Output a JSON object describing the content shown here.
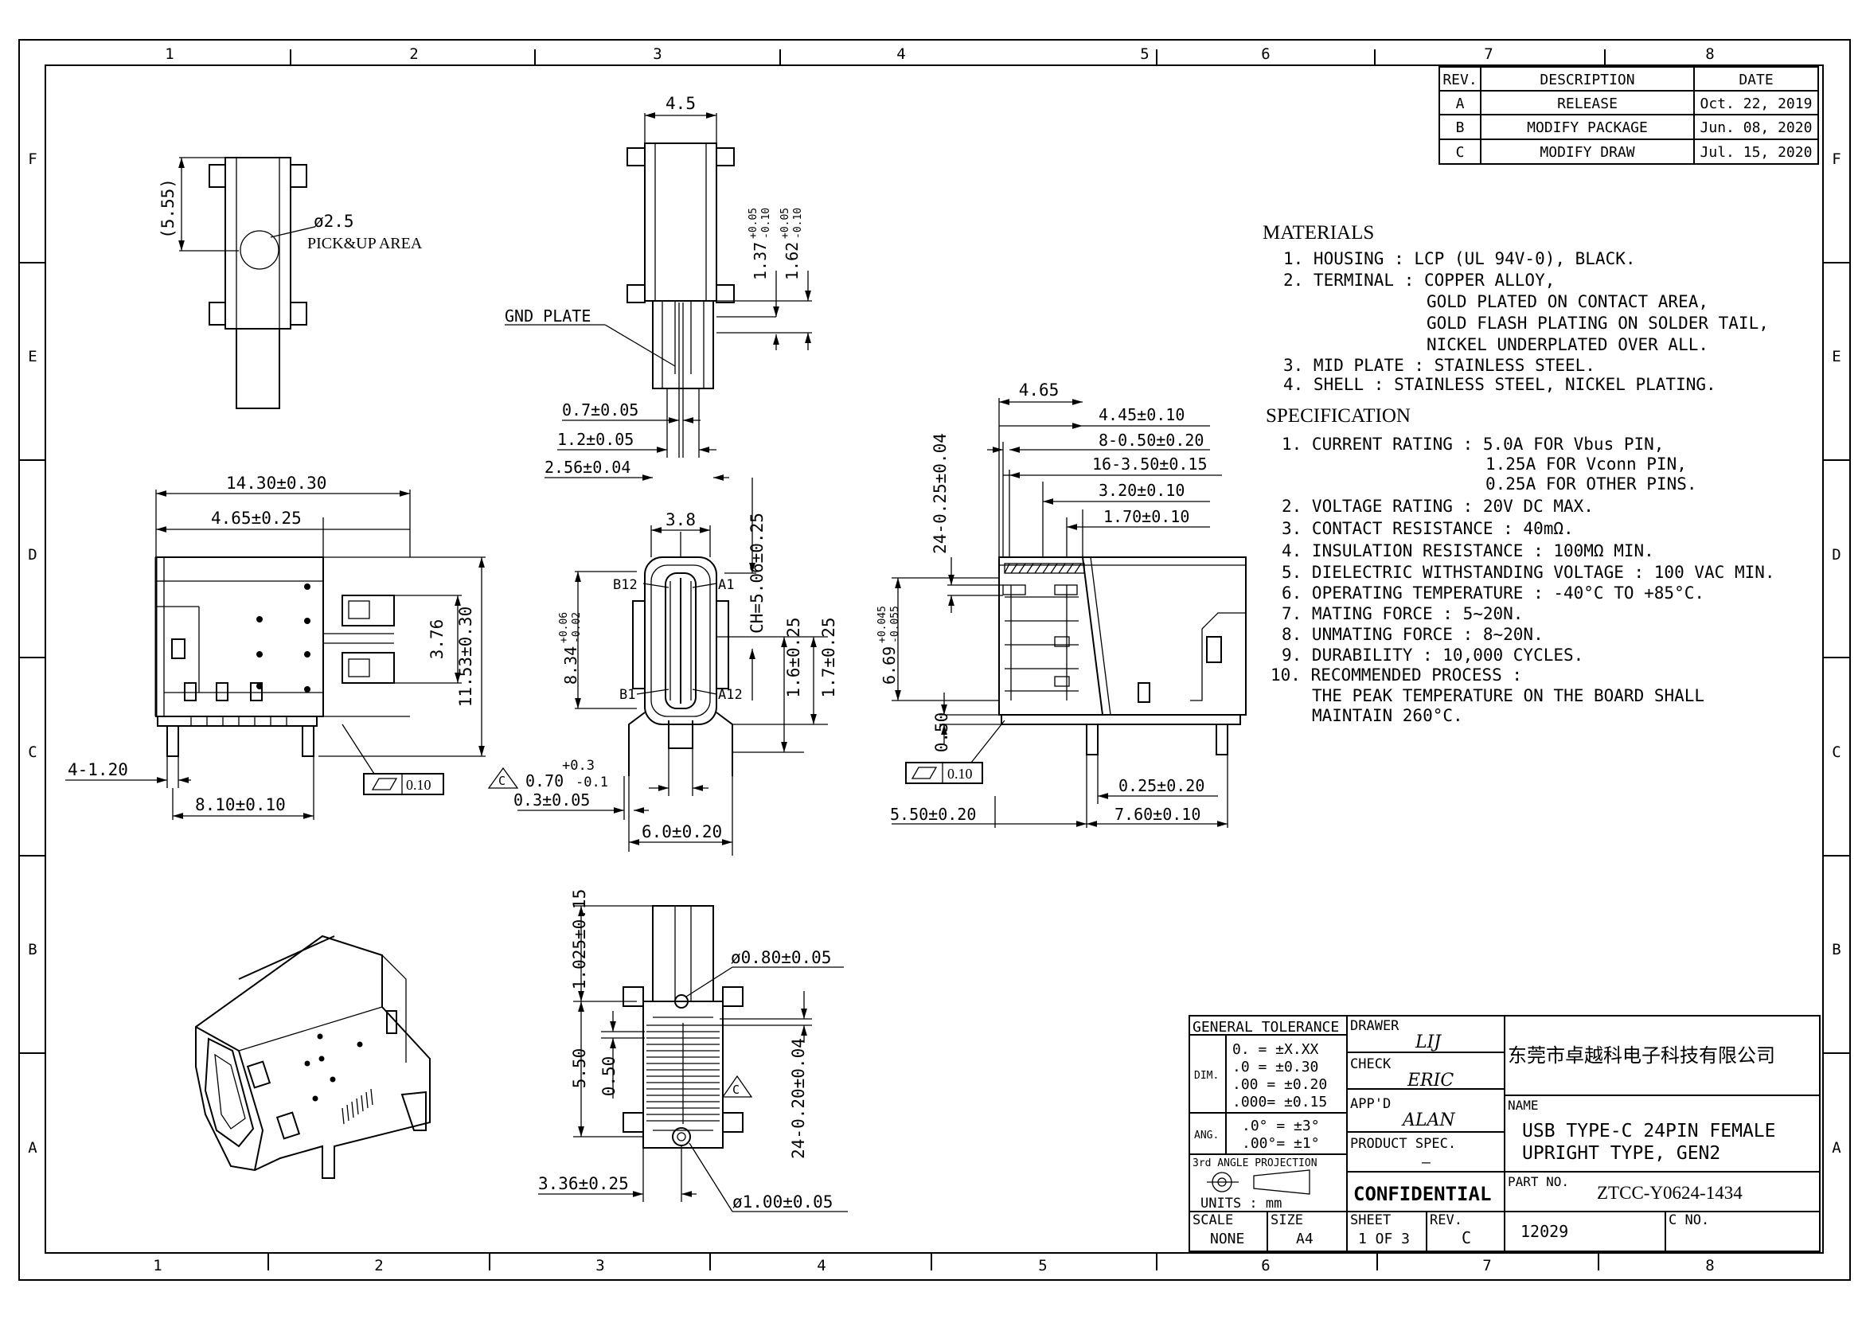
{
  "frame": {
    "col_labels": [
      "1",
      "2",
      "3",
      "4",
      "5",
      "6",
      "7",
      "8"
    ],
    "row_labels": [
      "F",
      "E",
      "D",
      "C",
      "B",
      "A"
    ]
  },
  "revisions": {
    "headers": [
      "REV.",
      "DESCRIPTION",
      "DATE"
    ],
    "rows": [
      [
        "A",
        "RELEASE",
        "Oct. 22, 2019"
      ],
      [
        "B",
        "MODIFY PACKAGE",
        "Jun. 08, 2020"
      ],
      [
        "C",
        "MODIFY DRAW",
        "Jul. 15, 2020"
      ]
    ]
  },
  "materials": {
    "title": "MATERIALS",
    "lines": [
      "1. HOUSING : LCP (UL 94V-0), BLACK.",
      "2. TERMINAL : COPPER ALLOY,",
      "GOLD PLATED ON CONTACT AREA,",
      "GOLD FLASH PLATING ON SOLDER TAIL,",
      "NICKEL UNDERPLATED OVER ALL.",
      "3. MID PLATE : STAINLESS STEEL.",
      "4. SHELL : STAINLESS STEEL, NICKEL PLATING."
    ]
  },
  "specification": {
    "title": "SPECIFICATION",
    "lines": [
      "1. CURRENT RATING : 5.0A FOR Vbus PIN,",
      "1.25A FOR Vconn PIN,",
      "0.25A FOR OTHER PINS.",
      "2. VOLTAGE RATING : 20V DC MAX.",
      "3. CONTACT RESISTANCE : 40mΩ.",
      "4. INSULATION RESISTANCE : 100MΩ MIN.",
      "5. DIELECTRIC WITHSTANDING VOLTAGE : 100 VAC MIN.",
      "6. OPERATING TEMPERATURE : -40°C TO +85°C.",
      "7. MATING FORCE : 5~20N.",
      "8. UNMATING FORCE : 8~20N.",
      "9. DURABILITY : 10,000 CYCLES.",
      "10. RECOMMENDED PROCESS :",
      "THE PEAK TEMPERATURE ON THE BOARD SHALL",
      "MAINTAIN 260°C."
    ]
  },
  "dimensions": {
    "top_view": {
      "d1": "(5.55)",
      "d2": "ø2.5",
      "d3": "PICK&UP AREA"
    },
    "side_top": {
      "w": "4.5",
      "gnd": "GND PLATE",
      "h1": "1.37",
      "h1_tol_up": "+0.05",
      "h1_tol_dn": "-0.10",
      "h2": "1.62",
      "h2_tol_up": "+0.05",
      "h2_tol_dn": "-0.10",
      "d1": "0.7±0.05",
      "d2": "1.2±0.05",
      "d3": "2.56±0.04"
    },
    "front": {
      "w1": "14.30±0.30",
      "w2": "4.65±0.25",
      "h1": "3.76",
      "h2": "11.53±0.30",
      "d1": "4-1.20",
      "d2": "8.10±0.10",
      "flat": "0.10"
    },
    "mid": {
      "w": "3.8",
      "ch": "CH=5.06±0.25",
      "h": "8.34",
      "h_tol_up": "+0.06",
      "h_tol_dn": "-0.02",
      "b12": "B12",
      "a1": "A1",
      "b1": "B1",
      "a12": "A12",
      "d1": "1.6±0.25",
      "d2": "1.7±0.25",
      "d3_up": "+0.3",
      "d3": "0.70",
      "d3_dn": "-0.1",
      "d4": "0.3±0.05",
      "d5": "6.0±0.20",
      "tri": "C"
    },
    "right": {
      "w": "4.65",
      "d1": "4.45±0.10",
      "d2": "8-0.50±0.20",
      "d3": "16-3.50±0.15",
      "d4": "3.20±0.10",
      "d5": "1.70±0.10",
      "v1": "24-0.25±0.04",
      "h": "6.69",
      "h_tol_up": "+0.045",
      "h_tol_dn": "-0.055",
      "v2": "0.50",
      "flat": "0.10",
      "d6": "0.25±0.20",
      "d7": "5.50±0.20",
      "d8": "7.60±0.10"
    },
    "bottom": {
      "v1": "1.025±0.15",
      "hole1": "ø0.80±0.05",
      "v2": "5.50",
      "v3": "0.50",
      "v4": "24-0.20±0.04",
      "d1": "3.36±0.25",
      "hole2": "ø1.00±0.05",
      "tri": "C"
    }
  },
  "title_block": {
    "general_tolerance": "GENERAL TOLERANCE",
    "dim_label": "DIM.",
    "dim_rows": [
      "0.    = ±X.XX",
      ".0   = ±0.30",
      ".00  = ±0.20",
      ".000= ±0.15"
    ],
    "ang_label": "ANG.",
    "ang_rows": [
      ".0°  = ±3°",
      ".00°= ±1°"
    ],
    "projection": "3rd ANGLE PROJECTION",
    "units": "UNITS : mm",
    "drawer_label": "DRAWER",
    "drawer": "LIJ",
    "check_label": "CHECK",
    "check": "ERIC",
    "appd_label": "APP'D",
    "appd": "ALAN",
    "product_spec_label": "PRODUCT SPEC.",
    "product_spec": "—",
    "confidential": "CONFIDENTIAL",
    "company": "东莞市卓越科电子科技有限公司",
    "name_label": "NAME",
    "name_line1": "USB TYPE-C 24PIN FEMALE",
    "name_line2": "UPRIGHT TYPE, GEN2",
    "part_no_label": "PART NO.",
    "part_no": "ZTCC-Y0624-1434",
    "scale_label": "SCALE",
    "scale": "NONE",
    "size_label": "SIZE",
    "size": "A4",
    "sheet_label": "SHEET",
    "sheet": "1  OF  3",
    "rev_label": "REV.",
    "rev": "C",
    "c_no_label": "C NO.",
    "number": "12029"
  }
}
